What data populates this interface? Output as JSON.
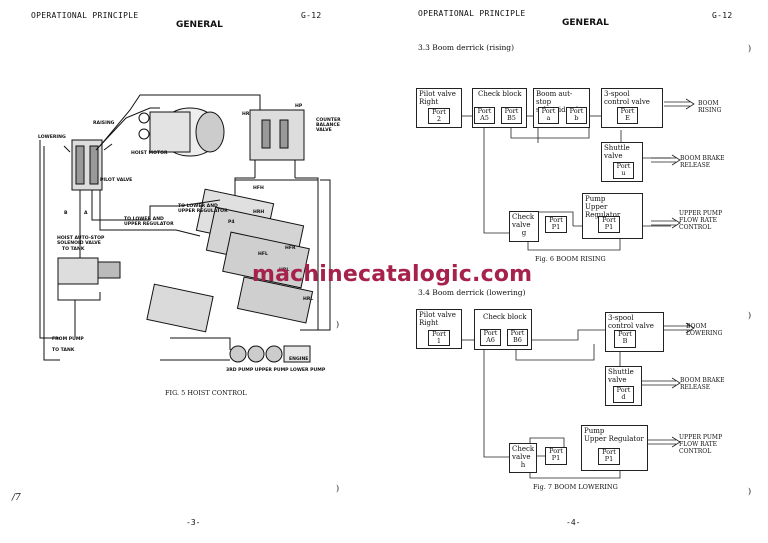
{
  "left_page": {
    "header": "OPERATIONAL PRINCIPLE",
    "title": "GENERAL",
    "page_code": "G-12",
    "figure_caption": "FIG. 5 HOIST CONTROL",
    "page_number": "-3-",
    "corner_mark": "/7",
    "labels": {
      "raising": "RAISING",
      "lowering": "LOWERING",
      "hoist_motor": "HOIST MOTOR",
      "pilot_valve": "PILOT VALVE",
      "counter_balance_valve": [
        "COUNTER",
        "BALANCE",
        "VALVE"
      ],
      "hr": "HR",
      "hp": "HP",
      "to_lower_upper_regulator_1": [
        "TO LOWER AND",
        "UPPER REGULATOR"
      ],
      "to_lower_upper_regulator_2": [
        "TO LOWER AND",
        "UPPER REGULATOR"
      ],
      "hoist_autostop": [
        "HOIST AUTO-STOP",
        "SOLENOID VALVE"
      ],
      "to_tank_1": "TO TANK",
      "from_pump": "FROM PUMP",
      "to_tank_2": "TO TANK",
      "engine": "ENGINE",
      "pumps": "3RD PUMP  UPPER PUMP  LOWER PUMP",
      "hfh": "HFH",
      "hfl": "HFL",
      "hrh": "HRH",
      "hfr": "HFR",
      "hrl": "HRL",
      "hrl2": "HRL",
      "p4": "P4",
      "a": "A",
      "b": "B"
    }
  },
  "right_page": {
    "header": "OPERATIONAL PRINCIPLE",
    "title": "GENERAL",
    "page_code": "G-12",
    "page_number": "-4-",
    "watermark": "machinecatalogic.com",
    "section_rising": "3.3 Boom derrick (rising)",
    "section_lowering": "3.4 Boom derrick (lowering)",
    "fig6": "Fig.  6   BOOM RISING",
    "fig7": "Fig.  7   BOOM LOWERING",
    "rising": {
      "pilot": [
        "Pilot valve",
        "Right"
      ],
      "pilot_port": [
        "Port",
        "2"
      ],
      "check_block": "Check block",
      "port_a5": [
        "Port",
        "A5"
      ],
      "port_b5": [
        "Port",
        "B5"
      ],
      "autostop": [
        "Boom aut-stop",
        "solenoid valve"
      ],
      "port_a": [
        "Port",
        "a"
      ],
      "port_b": [
        "Port",
        "b"
      ],
      "spool3": [
        "3-spool",
        "control valve"
      ],
      "port_e": [
        "Port",
        "E"
      ],
      "out_boom": [
        "BOOM",
        "RISING"
      ],
      "shuttle": [
        "Shuttle",
        "valve"
      ],
      "port_u": [
        "Port",
        "u"
      ],
      "out_brake": [
        "BOOM BRAKE",
        "RELEASE"
      ],
      "pump": [
        "Pump",
        "Upper Regulator"
      ],
      "check_valve": [
        "Check",
        "valve",
        "g"
      ],
      "port_p1a": [
        "Port",
        "P1"
      ],
      "port_p1b": [
        "Port",
        "P1"
      ],
      "out_pump": [
        "UPPER PUMP",
        "FLOW RATE",
        "CONTROL"
      ]
    },
    "lowering": {
      "pilot": [
        "Pilot valve",
        "Right"
      ],
      "pilot_port": [
        "Port",
        "1"
      ],
      "check_block": "Check block",
      "port_a6": [
        "Port",
        "A6"
      ],
      "port_b6": [
        "Port",
        "B6"
      ],
      "spool3": [
        "3-spool",
        "control valve"
      ],
      "port_b": [
        "Port",
        "B"
      ],
      "out_boom": [
        "BOOM",
        "LOWERING"
      ],
      "shuttle": [
        "Shuttle",
        "valve"
      ],
      "port_d": [
        "Port",
        "d"
      ],
      "out_brake": [
        "BOOM BRAKE",
        "RELEASE"
      ],
      "pump": [
        "Pump",
        "Upper Regulator"
      ],
      "check_valve": [
        "Check",
        "valve",
        "h"
      ],
      "port_p1a": [
        "Port",
        "P1"
      ],
      "port_p1b": [
        "Port",
        "P1"
      ],
      "out_pump": [
        "UPPER PUMP",
        "FLOW RATE",
        "CONTROL"
      ]
    }
  }
}
